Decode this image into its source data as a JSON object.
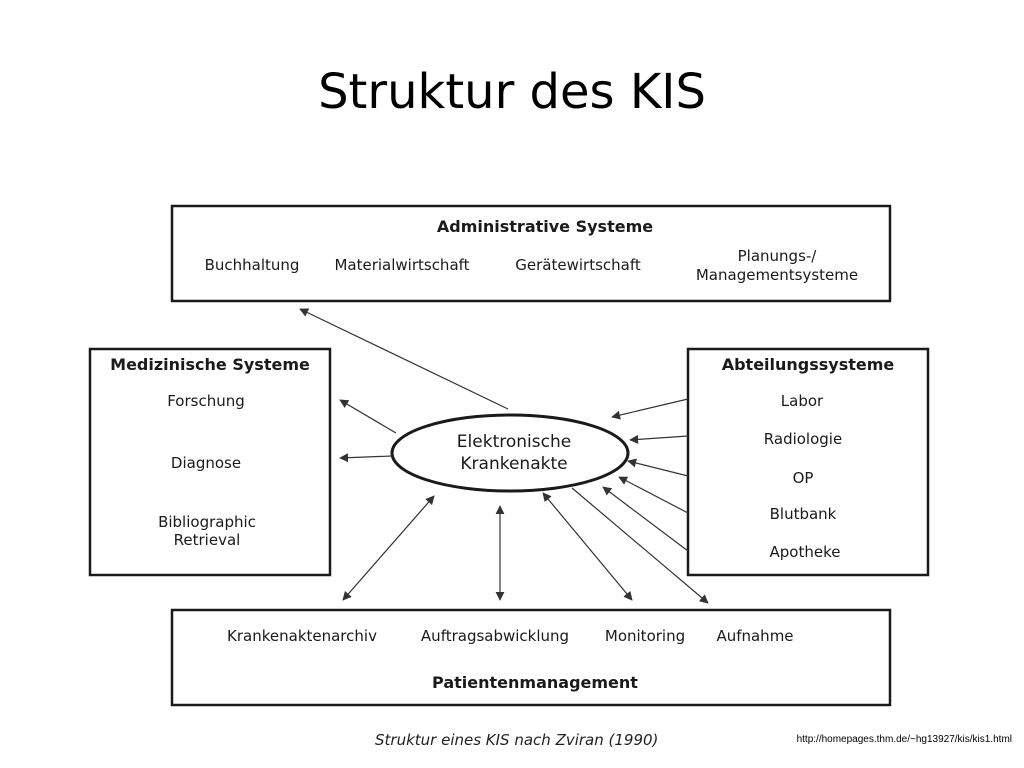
{
  "title": "Struktur des KIS",
  "center": {
    "line1": "Elektronische",
    "line2": "Krankenakte"
  },
  "administrative": {
    "heading": "Administrative Systeme",
    "items": [
      "Buchhaltung",
      "Materialwirtschaft",
      "Gerätewirtschaft"
    ],
    "planning_line1": "Planungs-/",
    "planning_line2": "Managementsysteme"
  },
  "medical": {
    "heading": "Medizinische Systeme",
    "items": [
      "Forschung",
      "Diagnose"
    ],
    "biblio_line1": "Bibliographic",
    "biblio_line2": "Retrieval"
  },
  "departments": {
    "heading": "Abteilungssysteme",
    "items": [
      "Labor",
      "Radiologie",
      "OP",
      "Blutbank",
      "Apotheke"
    ]
  },
  "patient": {
    "items": [
      "Krankenaktenarchiv",
      "Auftragsabwicklung",
      "Monitoring",
      "Aufnahme"
    ],
    "heading": "Patientenmanagement"
  },
  "caption": "Struktur eines KIS nach Zviran (1990)",
  "source_url": "http://homepages.thm.de/~hg13927/kis/kis1.html"
}
